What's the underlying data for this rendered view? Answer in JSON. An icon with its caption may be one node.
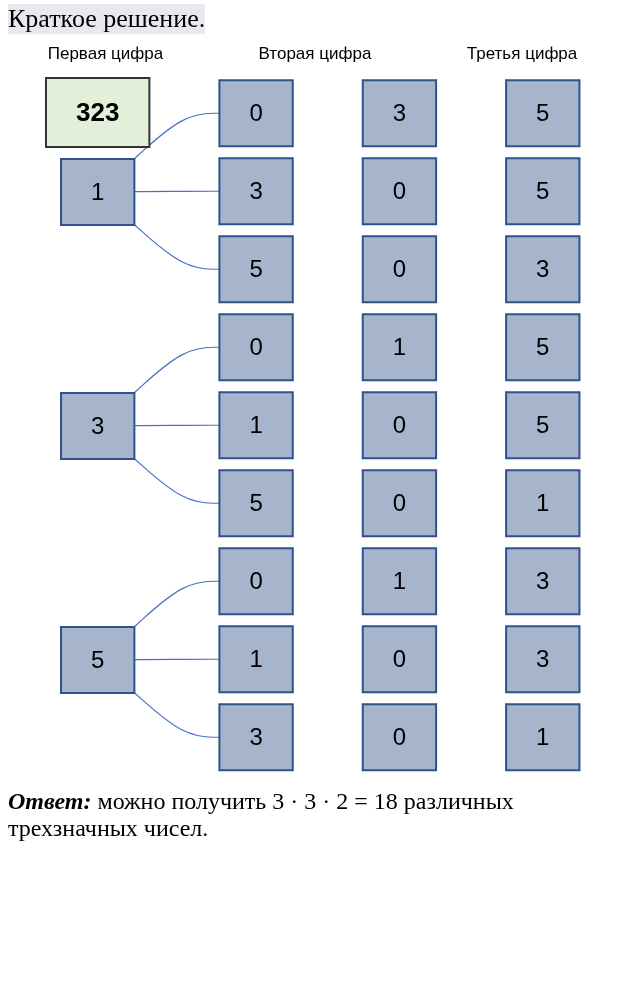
{
  "diagram": {
    "nodes": [
      {
        "text": [
          "323"
        ]
      },
      {
        "text": [
          "1"
        ]
      },
      {
        "text": [
          "0"
        ]
      },
      {
        "text": [
          "3"
        ]
      },
      {
        "text": [
          "5"
        ]
      },
      {
        "text": [
          "3"
        ]
      },
      {
        "text": [
          "0"
        ]
      },
      {
        "text": [
          "1"
        ]
      },
      {
        "text": [
          "5"
        ]
      },
      {
        "text": [
          "5"
        ]
      },
      {
        "text": [
          "0"
        ]
      },
      {
        "text": [
          "1"
        ]
      },
      {
        "text": [
          "3"
        ]
      },
      {
        "text": [
          "3"
        ]
      },
      {
        "text": [
          "5"
        ]
      },
      {
        "text": [
          "0"
        ]
      },
      {
        "text": [
          "5"
        ]
      },
      {
        "text": [
          "0"
        ]
      },
      {
        "text": [
          "3"
        ]
      },
      {
        "text": [
          "1"
        ]
      },
      {
        "text": [
          "5"
        ]
      },
      {
        "text": [
          "0"
        ]
      },
      {
        "text": [
          "5"
        ]
      },
      {
        "text": [
          "0"
        ]
      },
      {
        "text": [
          "1"
        ]
      },
      {
        "text": [
          "1"
        ]
      },
      {
        "text": [
          "3"
        ]
      },
      {
        "text": [
          "0"
        ]
      },
      {
        "text": [
          "3"
        ]
      },
      {
        "text": [
          "0"
        ]
      },
      {
        "text": [
          "1"
        ]
      }
    ],
    "edges": [
      {
        "from": 1,
        "to": 2,
        "arrow": "none"
      },
      {
        "from": 1,
        "to": 3,
        "arrow": "none"
      },
      {
        "from": 1,
        "to": 4,
        "arrow": "none"
      },
      {
        "from": 5,
        "to": 6,
        "arrow": "none"
      },
      {
        "from": 5,
        "to": 7,
        "arrow": "none"
      },
      {
        "from": 5,
        "to": 8,
        "arrow": "none"
      },
      {
        "from": 9,
        "to": 10,
        "arrow": "none"
      },
      {
        "from": 9,
        "to": 11,
        "arrow": "none"
      },
      {
        "from": 9,
        "to": 12,
        "arrow": "none"
      }
    ],
    "labels": [
      "Краткое решение.",
      "Первая цифра",
      "Вторая цифра",
      "Третья цифра",
      "**Ответ:** можно получить 3 · 3 · 2 = 18 различных трехзначных чисел."
    ]
  }
}
